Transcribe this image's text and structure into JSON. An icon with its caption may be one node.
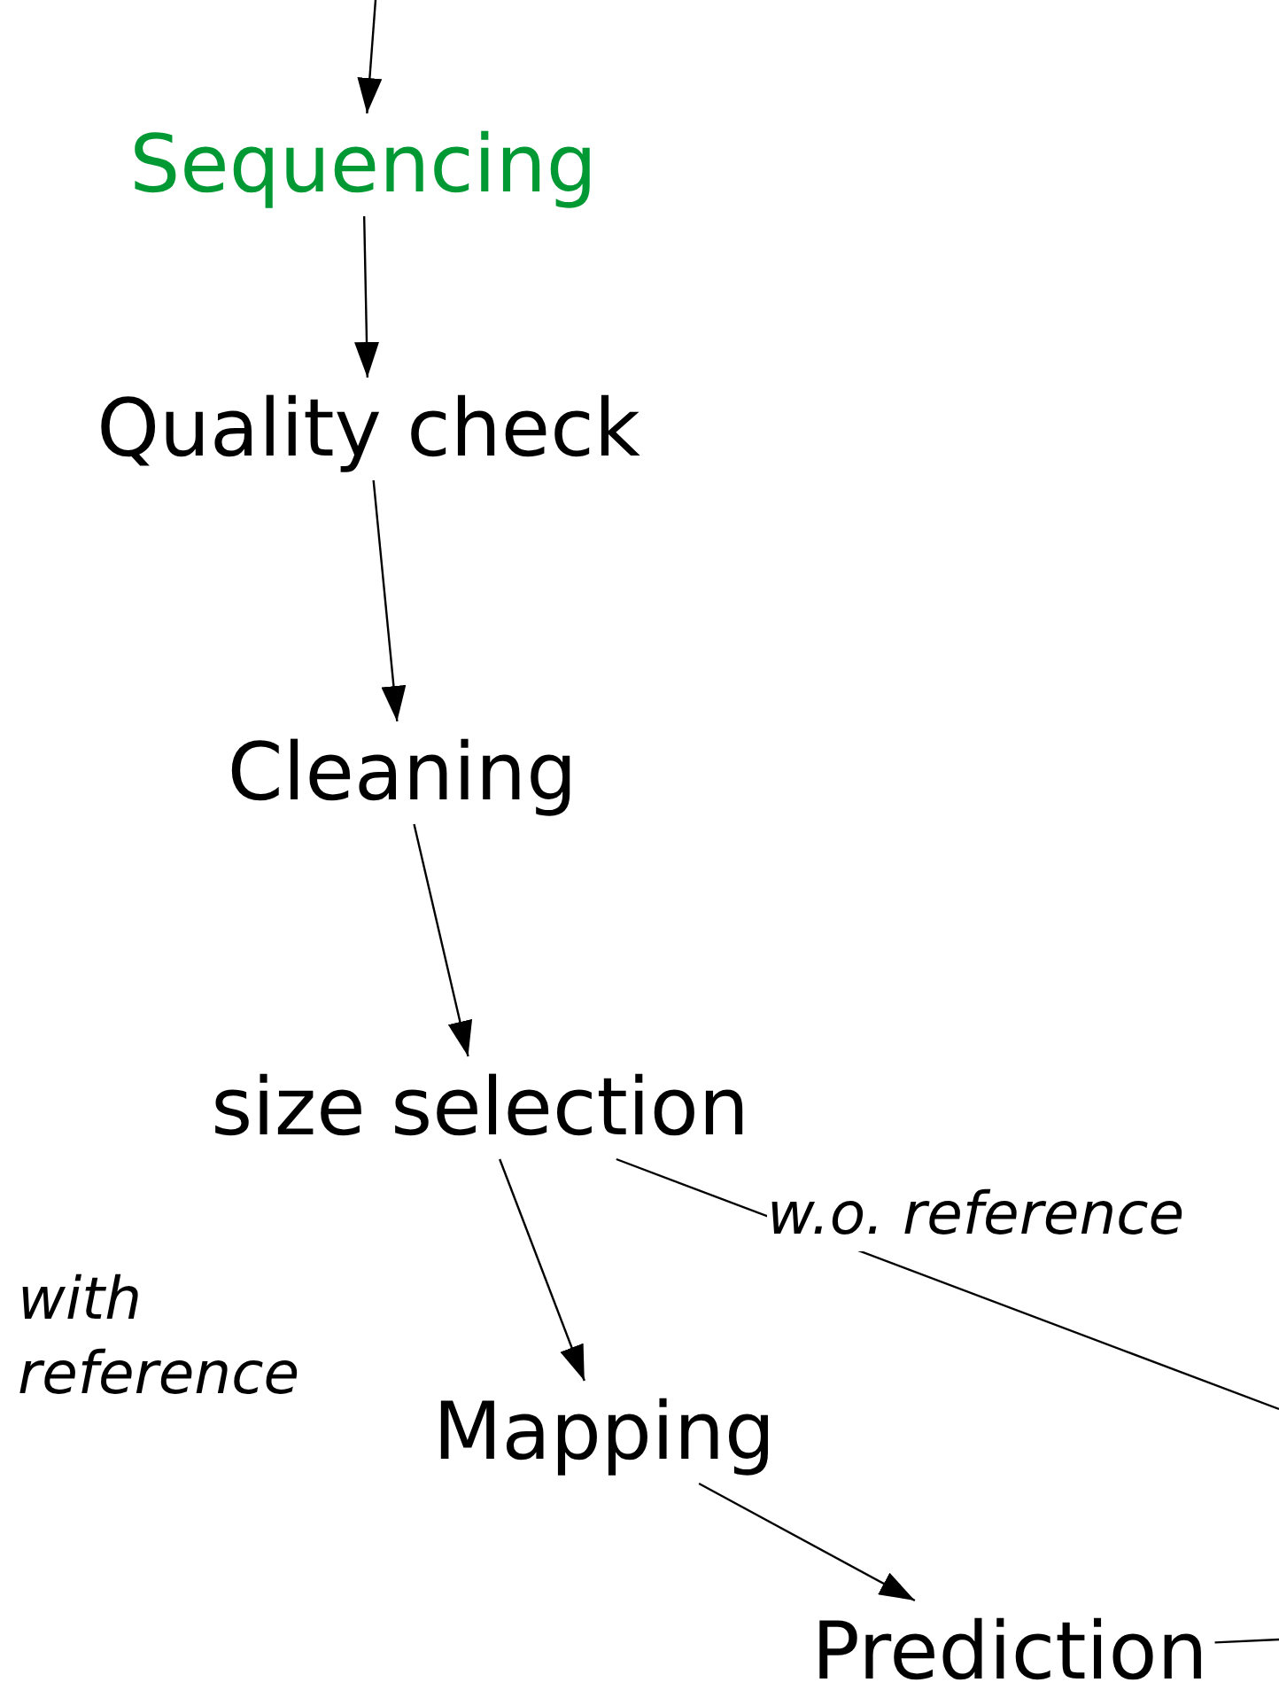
{
  "diagram": {
    "nodes": [
      {
        "text": [
          "Sequencing"
        ]
      },
      {
        "text": [
          "Quality check"
        ]
      },
      {
        "text": [
          "Cleaning"
        ]
      },
      {
        "text": [
          "size selection"
        ]
      },
      {
        "text": [
          "Mapping"
        ]
      },
      {
        "text": [
          "Prediction"
        ]
      }
    ],
    "edges": [
      {
        "from": null,
        "to": 0,
        "arrow": "to"
      },
      {
        "from": 0,
        "to": 1,
        "arrow": "to"
      },
      {
        "from": 1,
        "to": 2,
        "arrow": "to"
      },
      {
        "from": 2,
        "to": 3,
        "arrow": "to"
      },
      {
        "from": 3,
        "to": 4,
        "arrow": "to",
        "label": "with reference"
      },
      {
        "from": 3,
        "to": null,
        "arrow": "none",
        "label": "w.o. reference"
      },
      {
        "from": 4,
        "to": 5,
        "arrow": "to"
      },
      {
        "from": null,
        "to": 5,
        "arrow": "none"
      }
    ]
  }
}
